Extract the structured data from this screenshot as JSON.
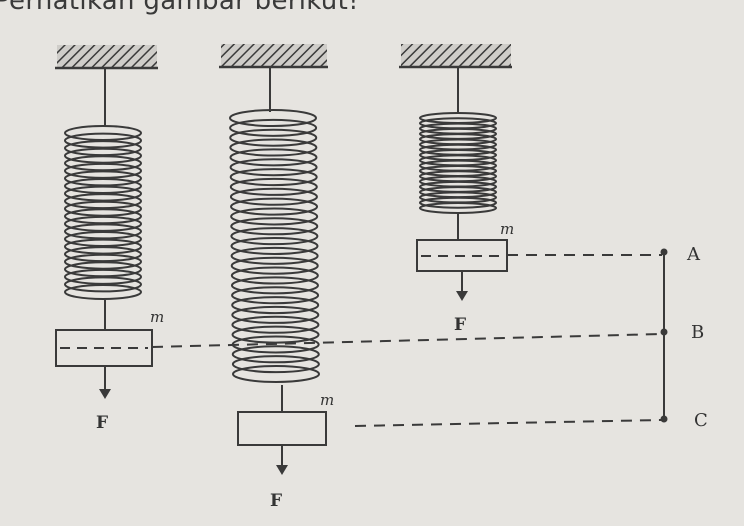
{
  "title": "Perhatikan gambar berikut!",
  "springs": [
    {
      "mass_label": "m",
      "force_label": "F"
    },
    {
      "mass_label": "m",
      "force_label": "F"
    },
    {
      "mass_label": "m",
      "force_label": "F"
    }
  ],
  "points": [
    "A",
    "B",
    "C"
  ],
  "colors": {
    "ink": "#3a3a3a",
    "paper": "#e6e4e0"
  }
}
